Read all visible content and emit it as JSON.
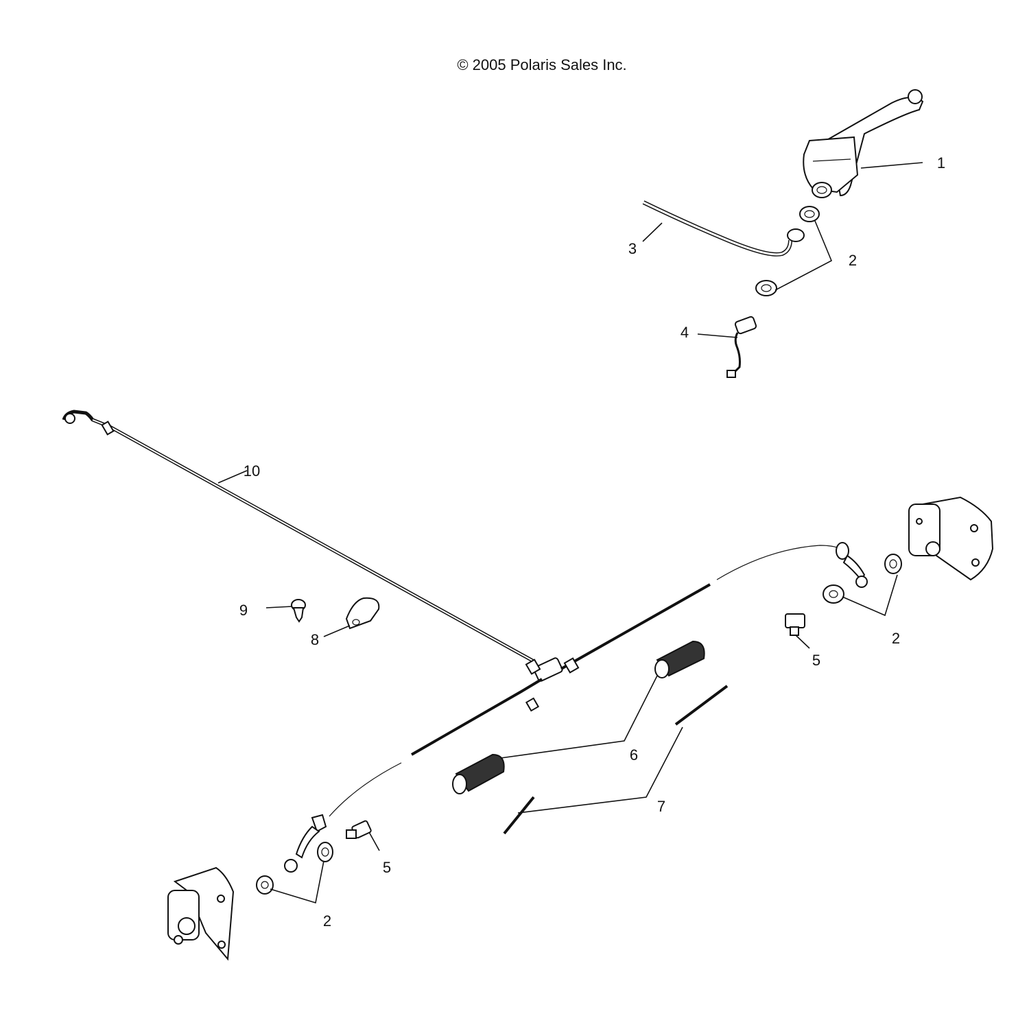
{
  "copyright": "© 2005 Polaris Sales Inc.",
  "callouts": [
    {
      "id": "c1",
      "text": "1"
    },
    {
      "id": "c2a",
      "text": "2"
    },
    {
      "id": "c2b",
      "text": "2"
    },
    {
      "id": "c2c",
      "text": "2"
    },
    {
      "id": "c3",
      "text": "3"
    },
    {
      "id": "c4",
      "text": "4"
    },
    {
      "id": "c5a",
      "text": "5"
    },
    {
      "id": "c5b",
      "text": "5"
    },
    {
      "id": "c6",
      "text": "6"
    },
    {
      "id": "c7",
      "text": "7"
    },
    {
      "id": "c8",
      "text": "8"
    },
    {
      "id": "c9",
      "text": "9"
    },
    {
      "id": "c10",
      "text": "10"
    }
  ]
}
